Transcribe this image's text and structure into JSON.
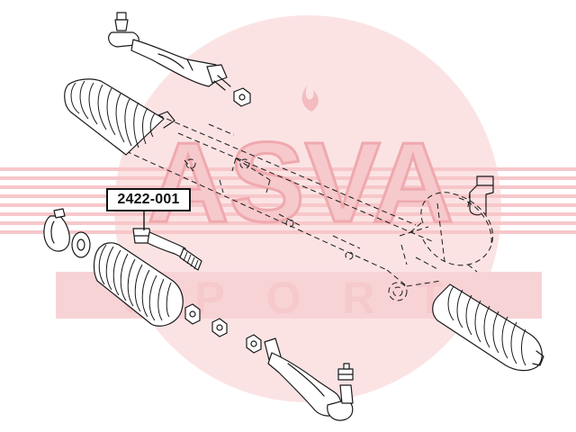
{
  "part_label": "2422-001",
  "watermark": {
    "brand": "ASVA",
    "subtext": "SPORT",
    "circle_color": "#fbe3e4",
    "stripe_color": "#f4b9bd",
    "text_color": "#f6c9cc"
  },
  "colors": {
    "line": "#1a1a1a",
    "callout_border": "#111111",
    "background": "#ffffff"
  }
}
